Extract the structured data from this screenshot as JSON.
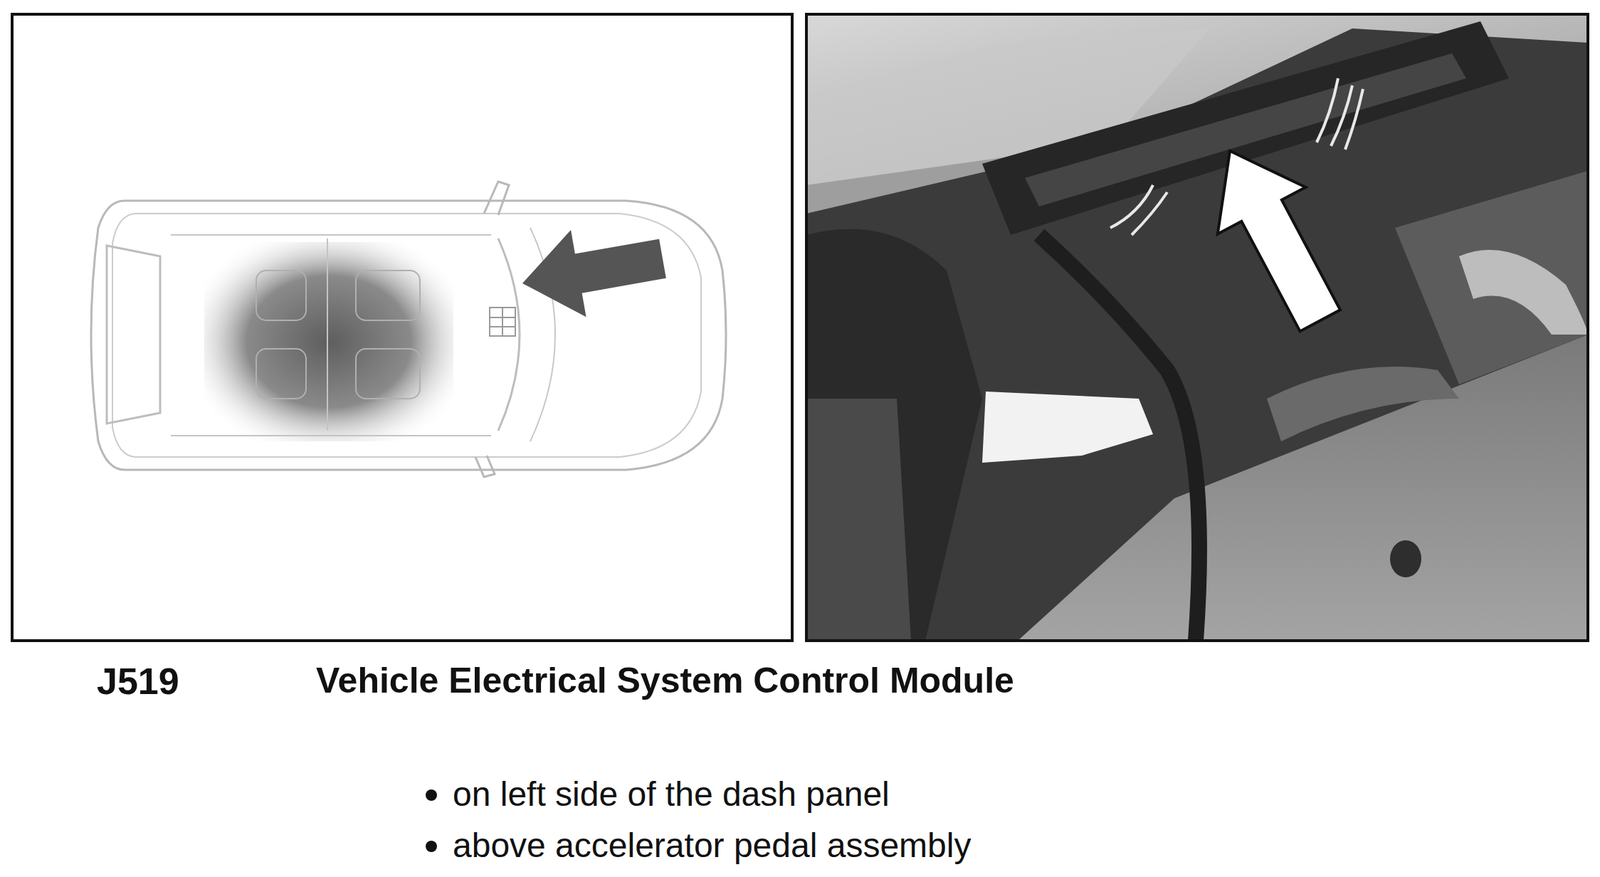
{
  "diagram": {
    "labels": [
      "J519",
      "Vehicle Electrical System Control Module",
      "on left side of the dash panel",
      "above accelerator pedal assembly"
    ]
  }
}
